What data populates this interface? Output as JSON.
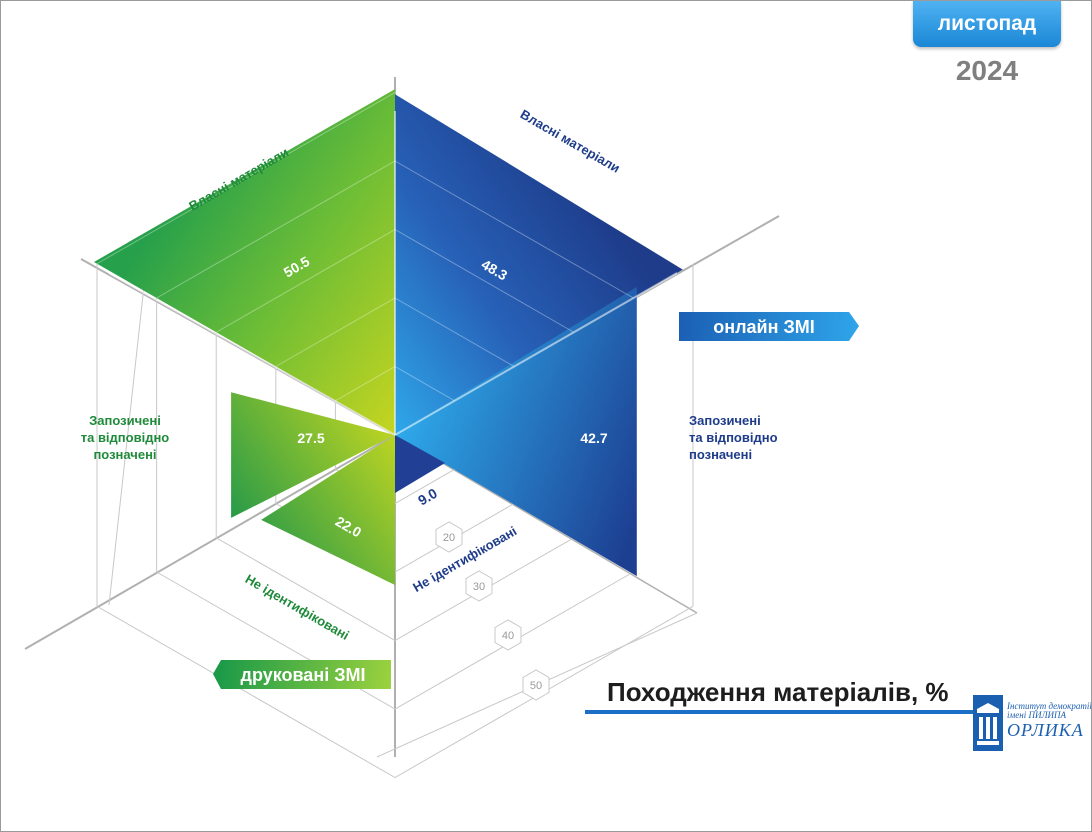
{
  "header": {
    "month": "листопад",
    "year": "2024"
  },
  "title": "Походження матеріалів, %",
  "logo": {
    "line1": "Інститут демократії",
    "line2": "імені ПИЛИПА",
    "line3": "ОРЛИКА"
  },
  "colors": {
    "print": "#2ea04a",
    "online": "#1f4fa6",
    "accent": "#1b6fc6",
    "grid": "#b0b0b0"
  },
  "chart_data": {
    "type": "radar",
    "title": "Походження матеріалів, %",
    "axis_ticks": [
      "20",
      "30",
      "40",
      "50"
    ],
    "series": [
      {
        "name": "друковані ЗМІ",
        "categories": [
          "Власні матеріали",
          "Запозичені та відповідно позначені",
          "Не ідентифіковані"
        ],
        "values": [
          50.5,
          27.5,
          22.0
        ]
      },
      {
        "name": "онлайн ЗМІ",
        "categories": [
          "Власні матеріали",
          "Запозичені та відповідно позначені",
          "Не ідентифіковані"
        ],
        "values": [
          48.3,
          42.7,
          9.0
        ]
      }
    ]
  }
}
